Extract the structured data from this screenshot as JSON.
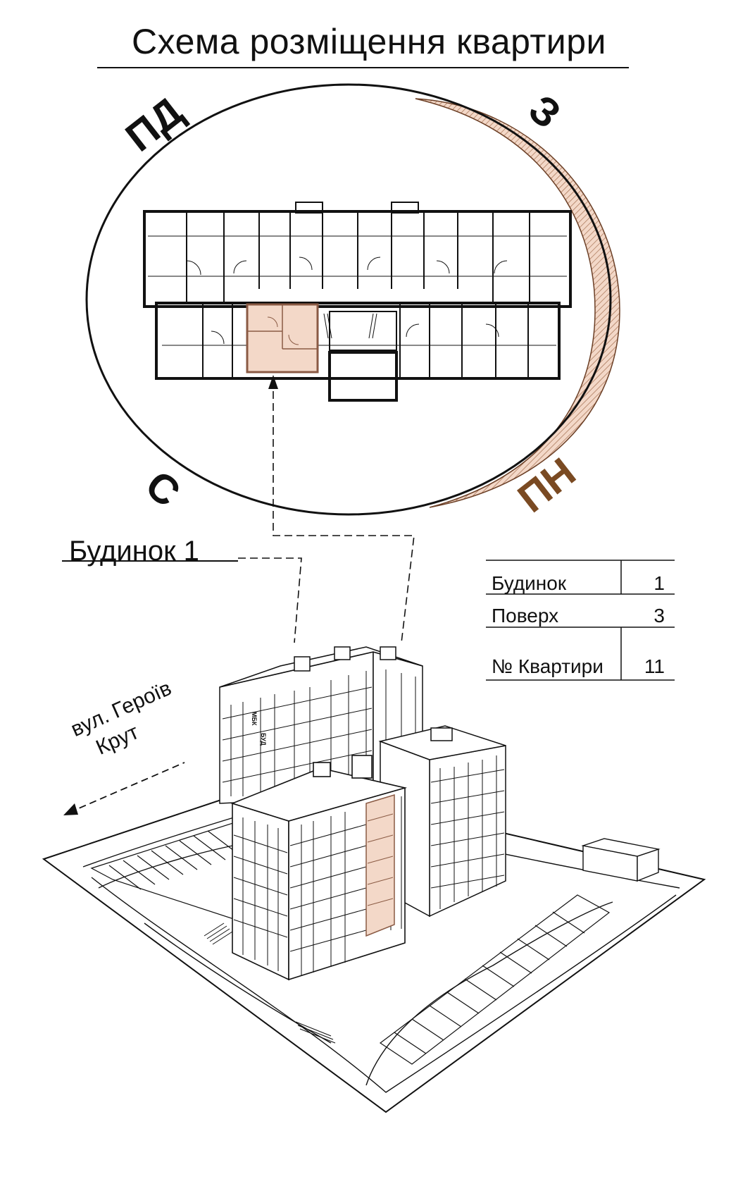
{
  "title": "Схема розміщення квартири",
  "building_label": "Будинок 1",
  "compass": {
    "sw": "ПД",
    "nw": "З",
    "se": "С",
    "ne": "ПН"
  },
  "street": {
    "line1": "вул. Героїв",
    "line2": "Крут"
  },
  "info_table": {
    "building": {
      "label": "Будинок",
      "value": "1"
    },
    "floor": {
      "label": "Поверх",
      "value": "3"
    },
    "apartment": {
      "label": "№ Квартири",
      "value": "11"
    }
  },
  "colors": {
    "highlight": "#f3d8c8",
    "highlight_stroke": "#8a5a44",
    "compass_accent": "#7a4a22",
    "line": "#111111"
  }
}
